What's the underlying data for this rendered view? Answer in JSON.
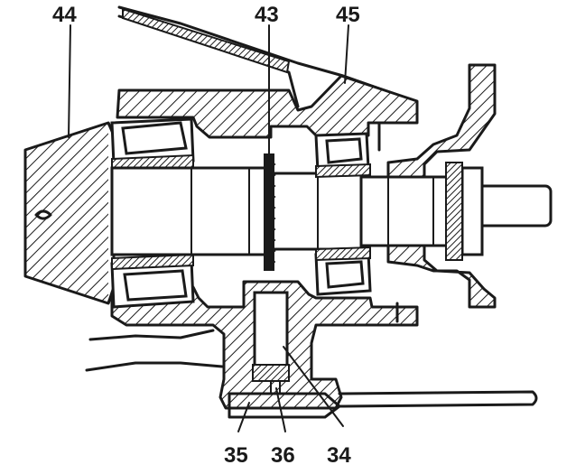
{
  "callouts": {
    "c44": "44",
    "c43": "43",
    "c45": "45",
    "c35": "35",
    "c36": "36",
    "c34": "34"
  },
  "colors": {
    "ink": "#1a1a1a",
    "paper": "#ffffff"
  }
}
